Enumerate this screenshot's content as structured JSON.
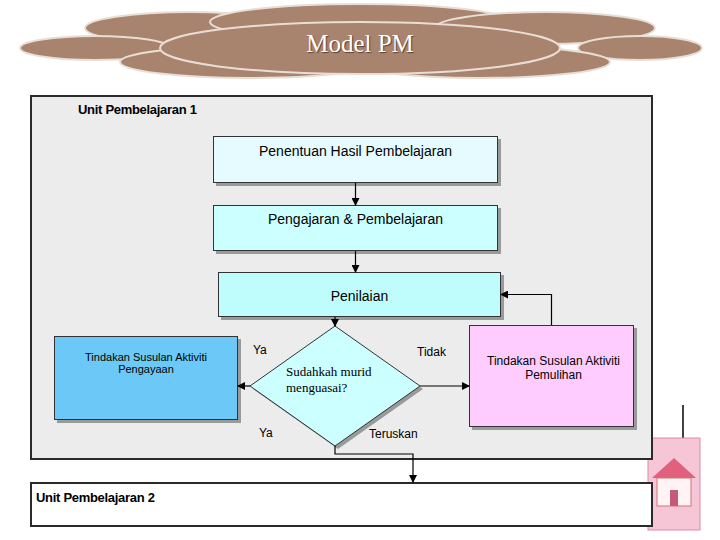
{
  "diagram": {
    "title": "Model PM",
    "nodes": [
      {
        "text": [
          "Unit Pembelajaran 1"
        ]
      },
      {
        "text": [
          "Penentuan Hasil Pembelajaran"
        ],
        "in": 0
      },
      {
        "text": [
          "Pengajaran & Pembelajaran"
        ],
        "in": 0
      },
      {
        "text": [
          "Penilaian"
        ],
        "in": 0
      },
      {
        "text": [
          "Tindakan Susulan Aktiviti Pengayaan"
        ],
        "in": 0
      },
      {
        "text": [
          "Sudahkah murid menguasai?"
        ],
        "in": 0
      },
      {
        "text": [
          "Tindakan Susulan Aktiviti Pemulihan"
        ],
        "in": 0
      },
      {
        "text": [
          "Unit Pembelajaran 2"
        ]
      }
    ],
    "edges": [
      {
        "from": 1,
        "to": 2,
        "arrow": "to"
      },
      {
        "from": 2,
        "to": 3,
        "arrow": "to"
      },
      {
        "from": 3,
        "to": 5,
        "arrow": "to"
      },
      {
        "from": 5,
        "to": 4,
        "label": "Ya",
        "arrow": "to"
      },
      {
        "from": 5,
        "to": 6,
        "label": "Tidak",
        "arrow": "to"
      },
      {
        "from": 6,
        "to": 3,
        "arrow": "to"
      },
      {
        "from": 5,
        "to": 7,
        "label": "Teruskan",
        "arrow": "to"
      }
    ],
    "labels": [
      "Ya"
    ]
  }
}
